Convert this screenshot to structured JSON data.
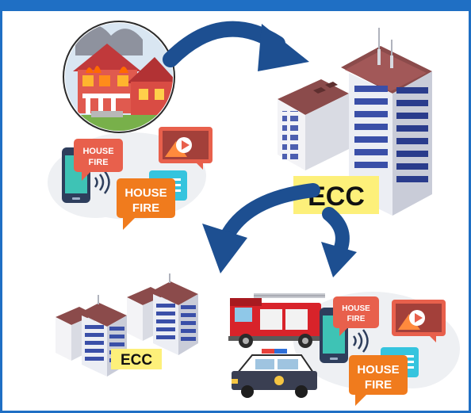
{
  "labels": {
    "ecc_main": "ECC",
    "ecc_small": "ECC",
    "bubble_small_top": [
      "HOUSE",
      "FIRE"
    ],
    "bubble_big_top": [
      "HOUSE",
      "FIRE"
    ],
    "bubble_small_bottom": [
      "HOUSE",
      "FIRE"
    ],
    "bubble_big_bottom": [
      "HOUSE",
      "FIRE"
    ]
  },
  "colors": {
    "frame": "#1f6fc4",
    "arrow": "#1d4f91",
    "ecc_label_bg": "#fdf07a",
    "bubble_red": "#e8604c",
    "bubble_orange": "#f07b1d",
    "bubble_cyan": "#35c4de",
    "fire_truck": "#d8232a"
  },
  "icons": [
    "burning-house-icon",
    "smartphone-icon",
    "video-message-icon",
    "text-message-icon",
    "ecc-building-icon",
    "fire-truck-icon",
    "police-car-icon"
  ]
}
